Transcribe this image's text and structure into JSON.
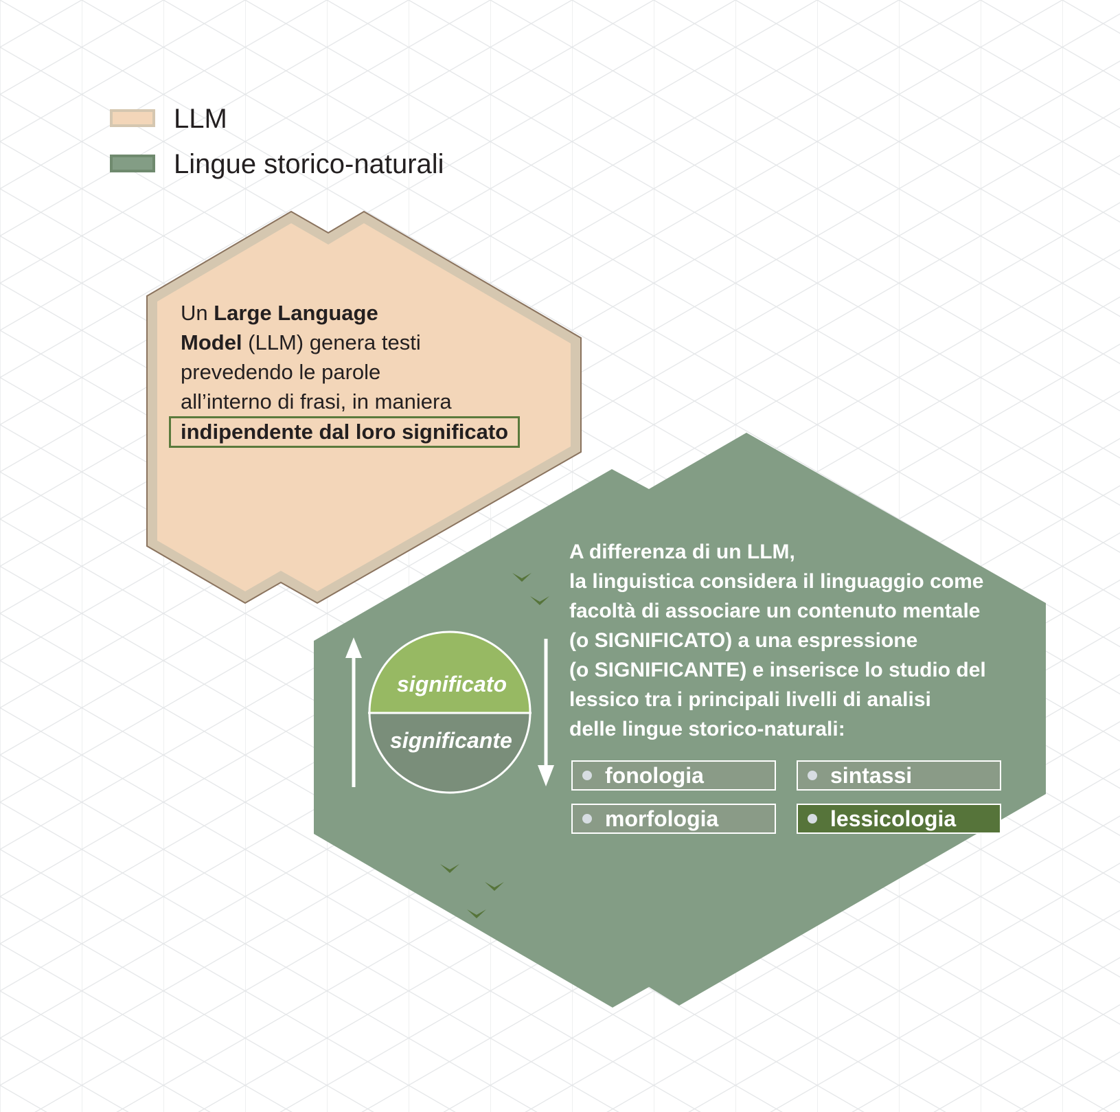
{
  "colors": {
    "llm_fill": "#f3d6b9",
    "llm_border": "#d5c7b0",
    "llm_outline": "#8a735e",
    "green_fill": "#839d85",
    "significato_fill": "#97b963",
    "significante_fill": "#7a8e7a",
    "highlight_green": "#56743a",
    "grid_line": "#e4e6e8"
  },
  "legend": {
    "llm_label": "LLM",
    "natural_label": "Lingue storico-naturali"
  },
  "llm_box": {
    "line1_prefix": "Un ",
    "line1_bold": "Large Language",
    "line2_bold": "Model",
    "line2_rest": " (LLM) genera testi",
    "line3": "prevedendo le parole",
    "line4": "all’interno di frasi, in maniera",
    "highlight": "indipendente dal loro significato"
  },
  "natural_box": {
    "lines": [
      "A differenza di un LLM,",
      "la linguistica considera il linguaggio come",
      "facoltà di associare un contenuto mentale",
      "(o SIGNIFICATO) a una espressione",
      "(o SIGNIFICANTE) e inserisce lo studio del",
      "lessico tra i principali livelli di analisi",
      "delle lingue storico-naturali:"
    ],
    "levels": {
      "fonologia": "fonologia",
      "sintassi": "sintassi",
      "morfologia": "morfologia",
      "lessicologia": "lessicologia"
    }
  },
  "sign_circle": {
    "top_label": "significato",
    "bottom_label": "significante"
  },
  "icons": [
    "up-arrow-icon",
    "down-arrow-icon",
    "bird-track-icon"
  ]
}
